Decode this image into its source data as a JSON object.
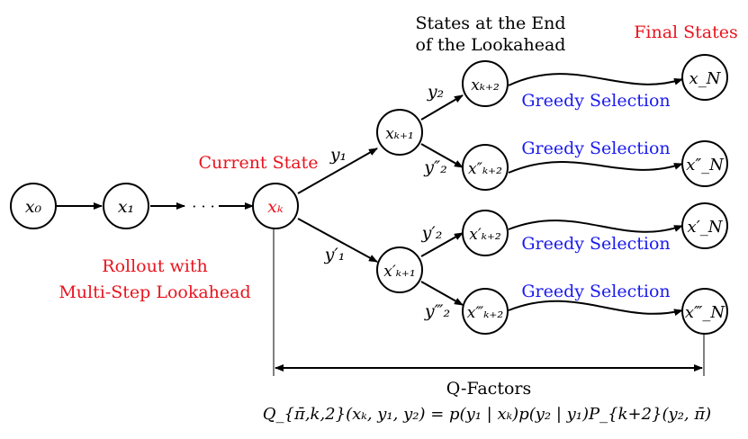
{
  "colors": {
    "ink": "#000000",
    "red": "#e8141e",
    "blue": "#1a1aee"
  },
  "nodes": {
    "x0": "x₀",
    "x1": "x₁",
    "dots": "· · ·",
    "xk": "xₖ",
    "xk1": "xₖ₊₁",
    "xk1p": "x′ₖ₊₁",
    "xk2": "xₖ₊₂",
    "xk2pp": "x″ₖ₊₂",
    "xk2p": "x′ₖ₊₂",
    "xk2ppp": "x‴ₖ₊₂",
    "xN": "x_N",
    "xNpp": "x″_N",
    "xNp": "x′_N",
    "xNppp": "x‴_N"
  },
  "edge_labels": {
    "y1": "y₁",
    "y1p": "y′₁",
    "y2": "y₂",
    "y2pp": "y″₂",
    "y2p": "y′₂",
    "y2ppp": "y‴₂"
  },
  "labels": {
    "lookahead_end_line1": "States at the End",
    "lookahead_end_line2": "of the Lookahead",
    "final_states": "Final States",
    "current_state": "Current State",
    "rollout_line1": "Rollout with",
    "rollout_line2": "Multi-Step Lookahead",
    "greedy": "Greedy Selection",
    "q_factors": "Q-Factors",
    "formula": "Q_{π̄,k,2}(xₖ, y₁, y₂) = p(y₁ | xₖ)p(y₂ | y₁)P_{k+2}(y₂, π̄)"
  }
}
